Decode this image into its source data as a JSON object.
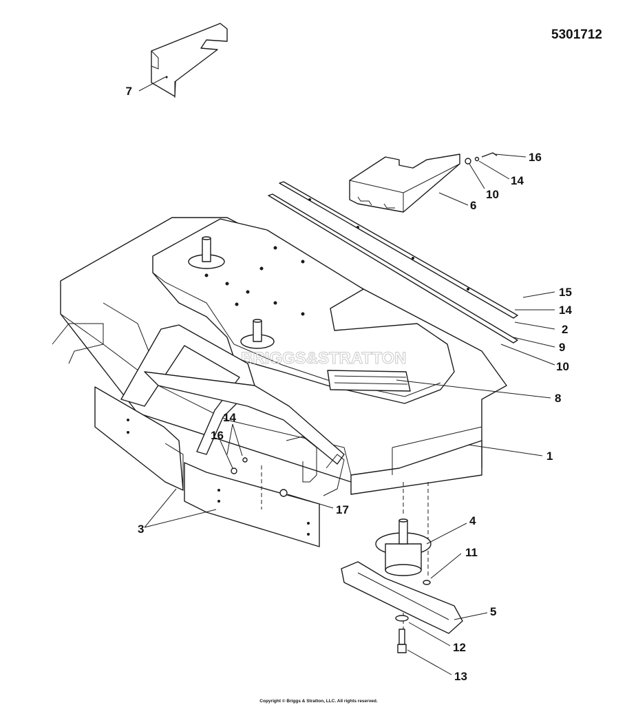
{
  "diagram": {
    "part_number": "5301712",
    "watermark": "BRIGGS&STRATTON",
    "copyright": "Copyright © Briggs & Stratton, LLC. All rights reserved.",
    "callouts": {
      "c1": "1",
      "c2": "2",
      "c3": "3",
      "c4": "4",
      "c5": "5",
      "c6": "6",
      "c7": "7",
      "c8": "8",
      "c9": "9",
      "c10a": "10",
      "c10b": "10",
      "c11": "11",
      "c12": "12",
      "c13": "13",
      "c14a": "14",
      "c14b": "14",
      "c14c": "14",
      "c15": "15",
      "c16a": "16",
      "c16b": "16",
      "c17": "17"
    },
    "colors": {
      "line": "#1a1a1a",
      "watermark": "#c9c9c9",
      "background": "#ffffff"
    }
  }
}
